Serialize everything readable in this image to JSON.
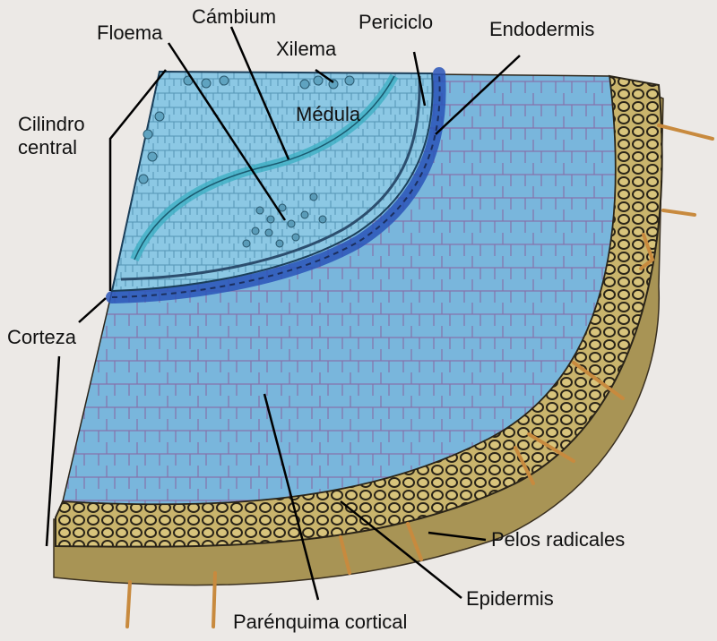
{
  "labels": {
    "cambium": "Cámbium",
    "periciclo": "Periciclo",
    "floema": "Floema",
    "endodermis": "Endodermis",
    "xilema": "Xilema",
    "medula": "Médula",
    "cilindro_central": "Cilindro\ncentral",
    "corteza": "Corteza",
    "pelos_radicales": "Pelos radicales",
    "epidermis": "Epidermis",
    "parenquima_cortical": "Parénquima cortical"
  },
  "colors": {
    "background": "#ece9e6",
    "epidermis_tan": "#c9b46c",
    "cortex_blue": "#79b6dc",
    "stele_blue": "#8cc8e4",
    "cell_wall_purple": "#8a5a9a",
    "endodermis_blue": "#2a55b8",
    "root_hair": "#c88a3e",
    "leader_line": "#000000"
  }
}
